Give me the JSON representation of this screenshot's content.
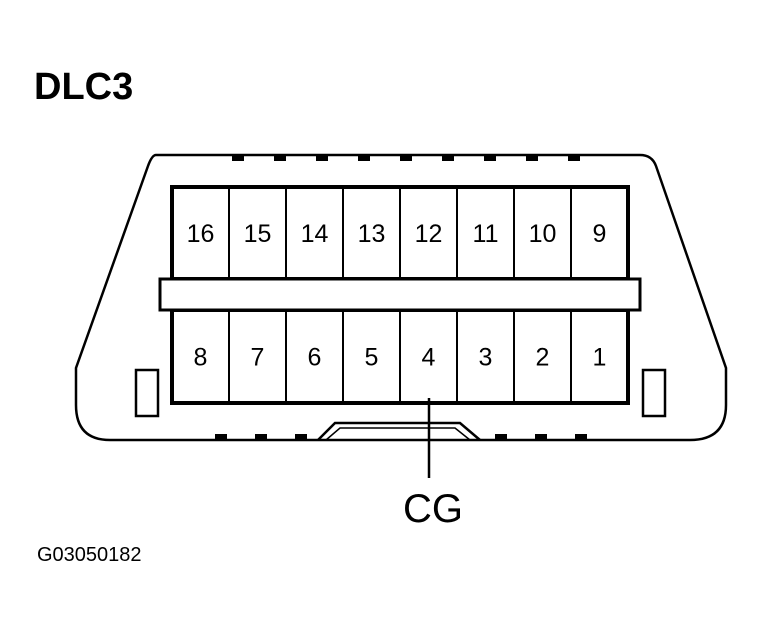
{
  "title": "DLC3",
  "figure_code": "G03050182",
  "connector": {
    "top_row": [
      "16",
      "15",
      "14",
      "13",
      "12",
      "11",
      "10",
      "9"
    ],
    "bottom_row": [
      "8",
      "7",
      "6",
      "5",
      "4",
      "3",
      "2",
      "1"
    ],
    "callout": {
      "label": "CG",
      "pin": "4"
    }
  },
  "colors": {
    "ink": "#000000",
    "background": "#ffffff"
  }
}
